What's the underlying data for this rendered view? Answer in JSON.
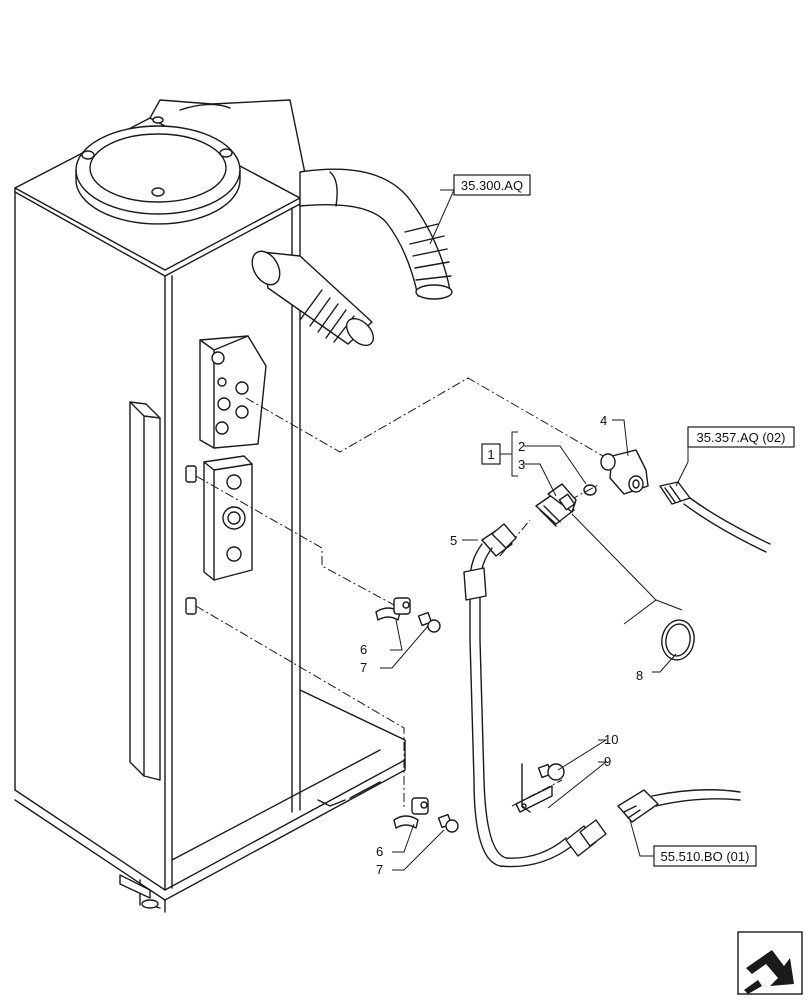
{
  "references": {
    "hose": "35.300.AQ",
    "sensor_harness": "35.357.AQ (02)",
    "main_harness": "55.510.BO (01)"
  },
  "kit_label": "1",
  "callouts": {
    "c2": "2",
    "c3": "3",
    "c4": "4",
    "c5": "5",
    "c6a": "6",
    "c7a": "7",
    "c6b": "6",
    "c7b": "7",
    "c8": "8",
    "c9": "9",
    "c10": "10"
  },
  "icons": {
    "orientation": "arrow-icon"
  }
}
